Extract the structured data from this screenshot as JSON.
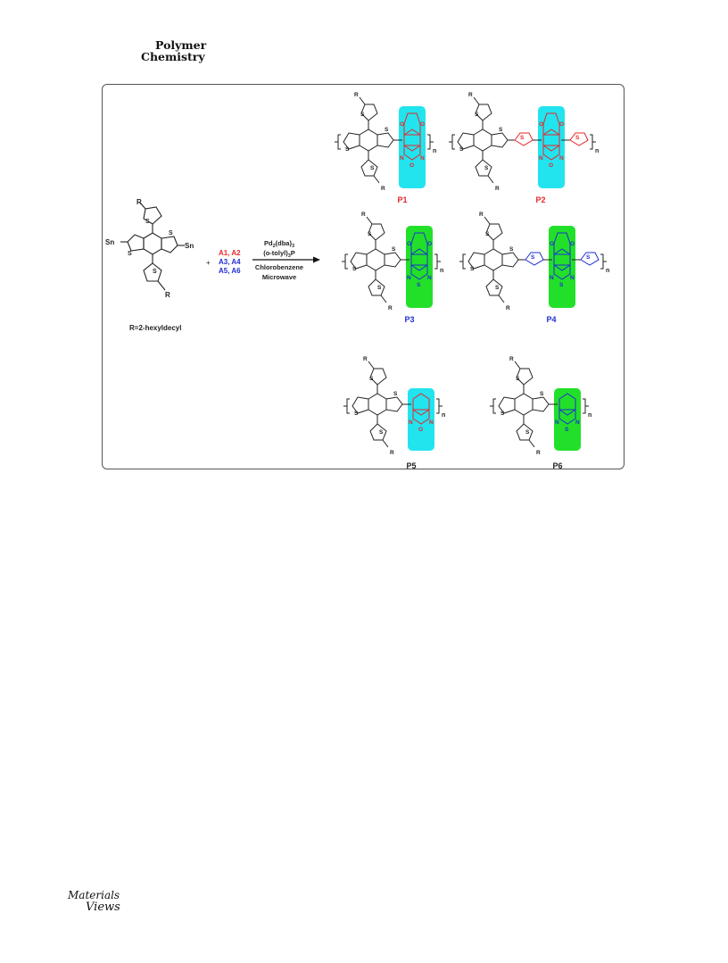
{
  "journal": {
    "line1": "Polymer",
    "line2": "Chemistry"
  },
  "colors": {
    "red": "#e8262a",
    "blue": "#1f2fd0",
    "cyan": "#22e4ee",
    "green": "#22e02a",
    "black": "#222222"
  },
  "monomer": {
    "r_top": "R",
    "r_bottom": "R",
    "sn_left": "Sn",
    "sn_right": "Sn",
    "s_ring_top": "S",
    "s_ring_bottom": "S",
    "s_core_left": "S",
    "s_core_right": "S",
    "r_definition": "R=2-hexyldecyl"
  },
  "plus": "+",
  "acceptors": {
    "line1": "A1, A2",
    "line2": "A3, A4",
    "line3": "A5, A6"
  },
  "conditions": {
    "line1": "Pd",
    "line1_sub": "2",
    "line1_rest": "(dba)",
    "line1_sub2": "3",
    "line2": "(o-tolyl)",
    "line2_sub": "3",
    "line2_rest": "P",
    "line3": "Chlorobenzene",
    "line4": "Microwave"
  },
  "polymers": [
    {
      "label": "P1",
      "label_color": "red",
      "box": "cyan",
      "heteroatom": "O",
      "spacer": "",
      "acceptor": "dioxino"
    },
    {
      "label": "P2",
      "label_color": "red",
      "box": "cyan",
      "heteroatom": "O",
      "spacer": "red",
      "acceptor": "dioxino"
    },
    {
      "label": "P3",
      "label_color": "blue",
      "box": "green",
      "heteroatom": "S",
      "spacer": "",
      "acceptor": "dioxino"
    },
    {
      "label": "P4",
      "label_color": "blue",
      "box": "green",
      "heteroatom": "S",
      "spacer": "blue",
      "acceptor": "dioxino"
    },
    {
      "label": "P5",
      "label_color": "black",
      "box": "cyan",
      "heteroatom": "O",
      "spacer": "",
      "acceptor": "plain"
    },
    {
      "label": "P6",
      "label_color": "black",
      "box": "green",
      "heteroatom": "S",
      "spacer": "",
      "acceptor": "plain"
    }
  ],
  "symbols": {
    "r": "R",
    "s": "S",
    "n": "N",
    "o": "O",
    "repeat": "n"
  },
  "footer": {
    "line1": "Materials",
    "line2": "Views"
  }
}
